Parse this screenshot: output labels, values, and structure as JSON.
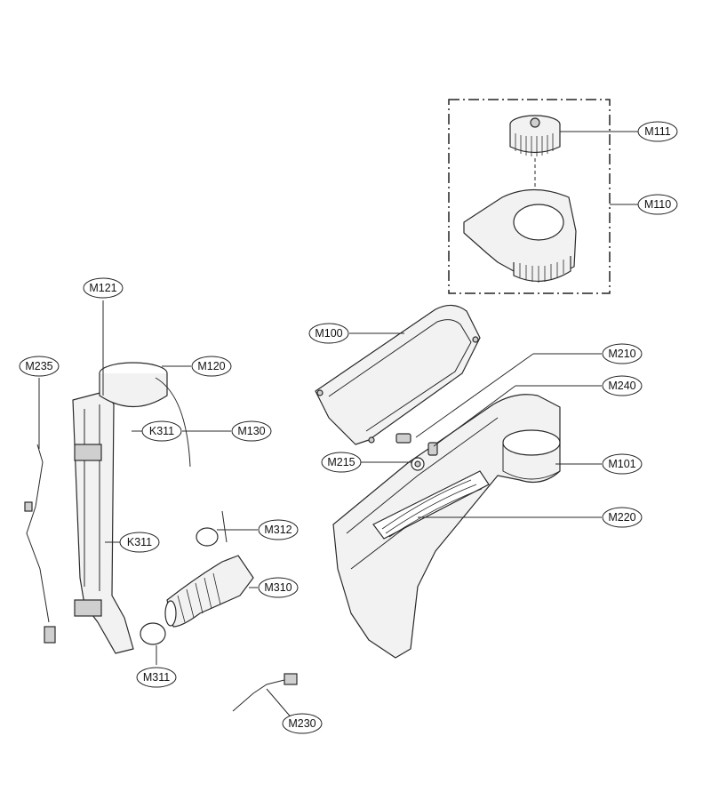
{
  "labels": {
    "m111": "M111",
    "m110": "M110",
    "m121": "M121",
    "m235": "M235",
    "m120": "M120",
    "m100": "M100",
    "m210": "M210",
    "m240": "M240",
    "k311_top": "K311",
    "m130": "M130",
    "m215": "M215",
    "m101": "M101",
    "m220": "M220",
    "k311_bottom": "K311",
    "m312": "M312",
    "m310": "M310",
    "m311": "M311",
    "m230": "M230"
  }
}
